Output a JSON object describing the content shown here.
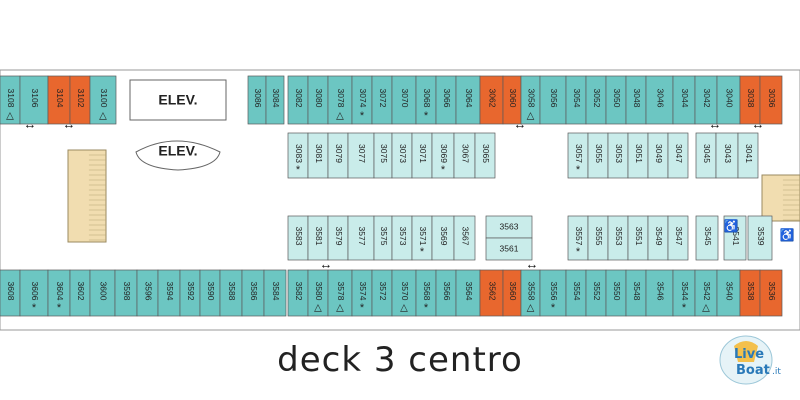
{
  "caption": "deck 3 centro",
  "logo": {
    "text_line1": "Live",
    "text_line2": "Boat",
    "text_suffix": ".it"
  },
  "colors": {
    "cabin_teal": "#6cc6c2",
    "cabin_light": "#c9ecea",
    "cabin_orange": "#e8672e",
    "outline": "#5a5a5a",
    "stairs": "#f1ddb0",
    "text": "#222222"
  },
  "elevators": [
    "ELEV.",
    "ELEV."
  ],
  "rows": {
    "top_outer": [
      "3108",
      "3106",
      "3104",
      "3102",
      "3100",
      "3086",
      "3084",
      "3082",
      "3080",
      "3078",
      "3074",
      "3072",
      "3070",
      "3068",
      "3066",
      "3064",
      "3062",
      "3060",
      "3058",
      "3056",
      "3054",
      "3052",
      "3050",
      "3048",
      "3046",
      "3044",
      "3042",
      "3040",
      "3038",
      "3036"
    ],
    "top_inner": [
      "3083",
      "3081",
      "3079",
      "3077",
      "3075",
      "3073",
      "3071",
      "3069",
      "3067",
      "3065",
      "3057",
      "3055",
      "3053",
      "3051",
      "3049",
      "3047",
      "3045",
      "3043",
      "3041"
    ],
    "bottom_inner": [
      "3583",
      "3581",
      "3579",
      "3577",
      "3575",
      "3573",
      "3571",
      "3569",
      "3567",
      "3563",
      "3561",
      "3557",
      "3555",
      "3553",
      "3551",
      "3549",
      "3547",
      "3545",
      "3541",
      "3539"
    ],
    "bottom_outer": [
      "3608",
      "3606",
      "3604",
      "3602",
      "3600",
      "3598",
      "3596",
      "3594",
      "3592",
      "3590",
      "3588",
      "3586",
      "3584",
      "3582",
      "3580",
      "3578",
      "3574",
      "3572",
      "3570",
      "3568",
      "3566",
      "3564",
      "3562",
      "3560",
      "3558",
      "3556",
      "3554",
      "3552",
      "3550",
      "3548",
      "3546",
      "3544",
      "3542",
      "3540",
      "3538",
      "3536"
    ]
  },
  "symbols": {
    "triangle": "△",
    "star": "*",
    "connect": "↔",
    "accessible": "♿"
  }
}
